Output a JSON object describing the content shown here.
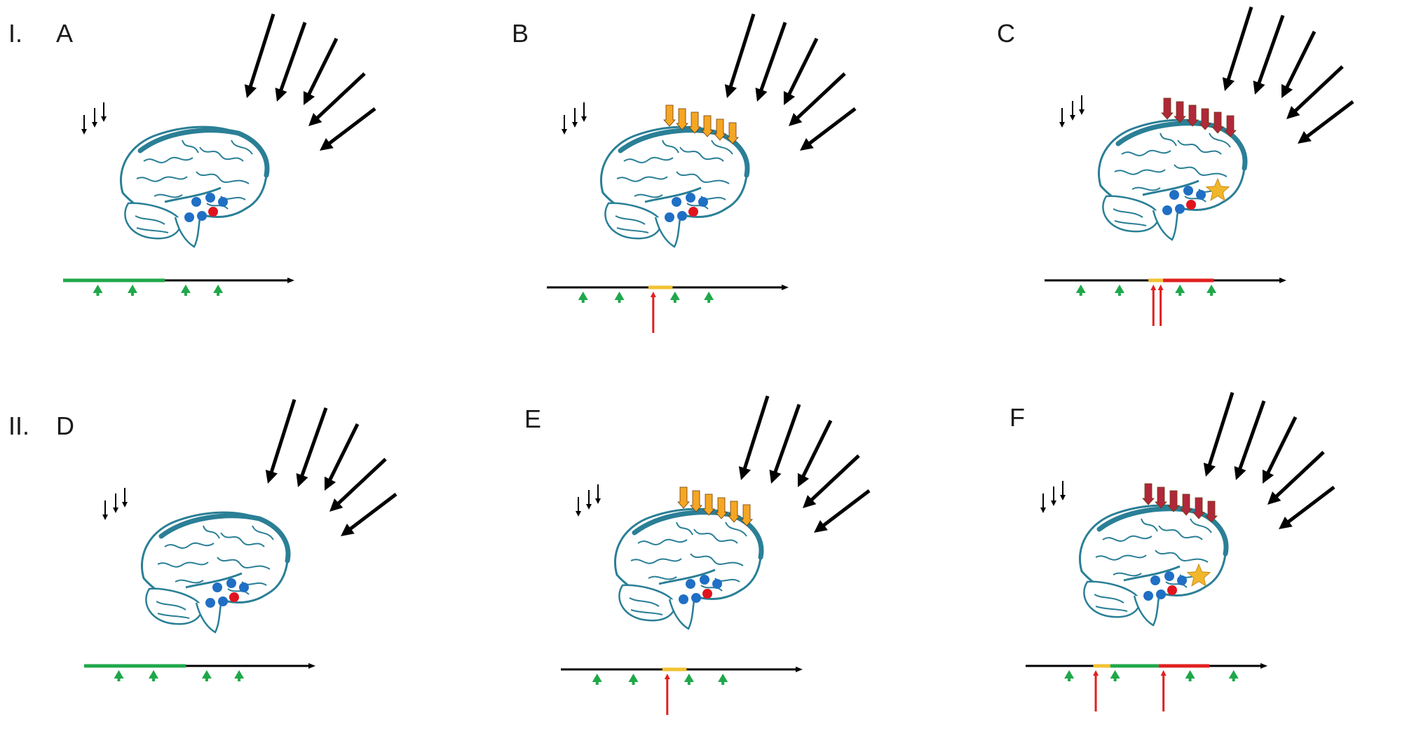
{
  "rows": [
    {
      "roman": "I.",
      "panels": [
        {
          "letter": "A",
          "variant": "baseline"
        },
        {
          "letter": "B",
          "variant": "cue"
        },
        {
          "letter": "C",
          "variant": "lesion"
        }
      ]
    },
    {
      "roman": "II.",
      "panels": [
        {
          "letter": "D",
          "variant": "baseline"
        },
        {
          "letter": "E",
          "variant": "cue"
        },
        {
          "letter": "F",
          "variant": "lesion-early"
        }
      ]
    }
  ],
  "colors": {
    "brain": "#2a7f96",
    "neuron_blue": "#1f6fc4",
    "neuron_red": "#e0141e",
    "cue_arrow": "#f5a623",
    "block_arrow": "#b0283a",
    "star": "#f2b62b",
    "green": "#1fa84a",
    "yellow": "#f2c230",
    "red": "#e02020",
    "black": "#000000"
  },
  "icons": {
    "brain": "brain-icon",
    "star": "star-icon",
    "timeline": "timeline-arrow"
  }
}
